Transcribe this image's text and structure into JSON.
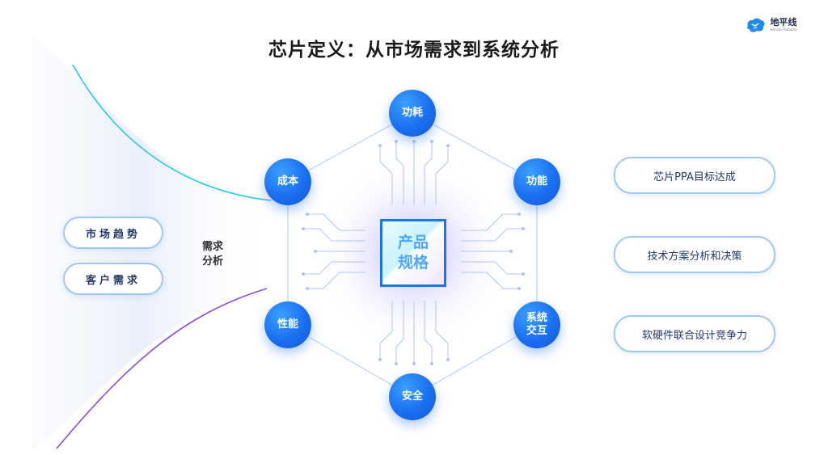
{
  "title": "芯片定义：从市场需求到系统分析",
  "logo": {
    "name": "地平线",
    "subtitle": "Horizon Robotics",
    "icon": "brain-icon",
    "color": "#1f8bf2"
  },
  "inputs": [
    "市场趋势",
    "客户需求"
  ],
  "need_analysis_label": "需求\n分析",
  "center": "产品\n规格",
  "nodes": {
    "power": "功耗",
    "performance_fn": "功能",
    "cost": "成本",
    "performance": "性能",
    "system": "系统\n交互",
    "safety": "安全"
  },
  "outputs": [
    "芯片PPA目标达成",
    "技术方案分析和决策",
    "软硬件联合设计竞争力"
  ],
  "colors": {
    "node": "#1a6ff0",
    "pill_border": "#9fc7f5",
    "chip_border": "#1a78e6",
    "accent_cyan": "#27c6f0",
    "accent_purple": "#8a4de0"
  }
}
